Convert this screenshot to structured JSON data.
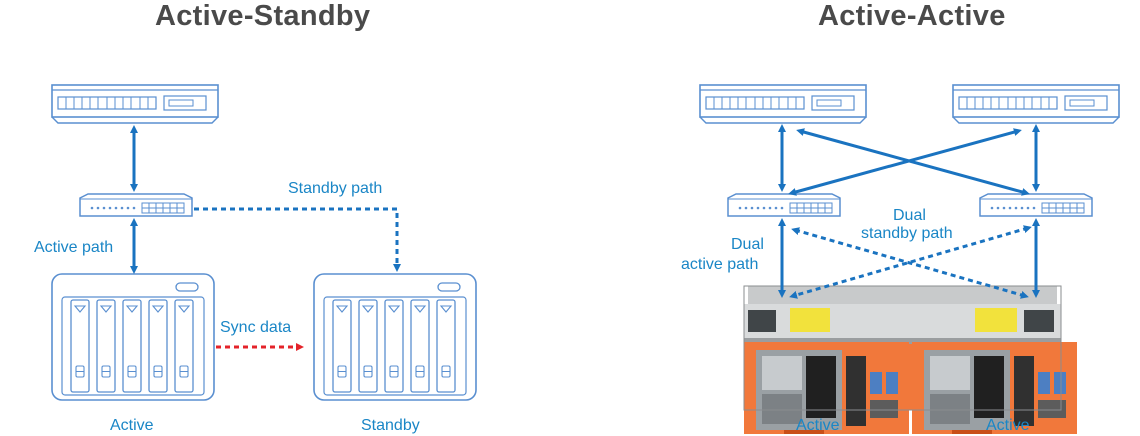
{
  "titles": {
    "left": "Active-Standby",
    "right": "Active-Active"
  },
  "labels": {
    "standby_path": "Standby path",
    "active_path": "Active path",
    "sync_data": "Sync data",
    "active_left": "Active",
    "standby": "Standby",
    "dual": "Dual",
    "active_path_2": "active path",
    "dual_2": "Dual",
    "standby_path_2": "standby path",
    "active_r1": "Active",
    "active_r2": "Active"
  },
  "colors": {
    "line": "#1a73c0",
    "outline": "#5a8fd0",
    "sync": "#e4232a",
    "title": "#4a4a4a"
  }
}
